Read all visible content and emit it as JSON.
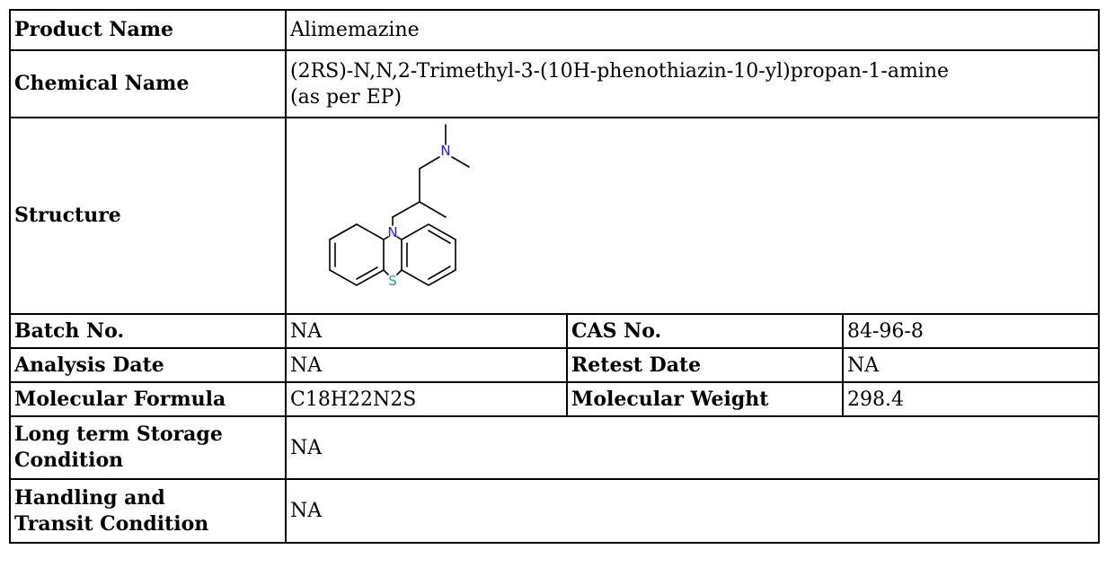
{
  "product_name": {
    "label": "Product Name",
    "value": "Alimemazine"
  },
  "chemical_name": {
    "label": "Chemical Name",
    "value_line1": "(2RS)-N,N,2-Trimethyl-3-(10H-phenothiazin-10-yl)propan-1-amine",
    "value_line2": "(as per EP)"
  },
  "structure": {
    "label": "Structure",
    "atoms": {
      "amine_n": "N",
      "ring_n": "N",
      "sulfur": "S"
    },
    "colors": {
      "nitrogen": "#2020d0",
      "sulfur": "#2a9d8f",
      "bonds": "#000000"
    }
  },
  "batch": {
    "label": "Batch No.",
    "value": "NA"
  },
  "cas": {
    "label": "CAS No.",
    "value": "84-96-8"
  },
  "analysis_date": {
    "label": "Analysis Date",
    "value": "NA"
  },
  "retest_date": {
    "label": "Retest Date",
    "value": "NA"
  },
  "formula": {
    "label": "Molecular Formula",
    "value": "C18H22N2S"
  },
  "weight": {
    "label": "Molecular Weight",
    "value": "298.4"
  },
  "storage": {
    "label_line1": "Long term Storage",
    "label_line2": "Condition",
    "value": "NA"
  },
  "handling": {
    "label_line1": "Handling and",
    "label_line2": "Transit Condition",
    "value": "NA"
  }
}
